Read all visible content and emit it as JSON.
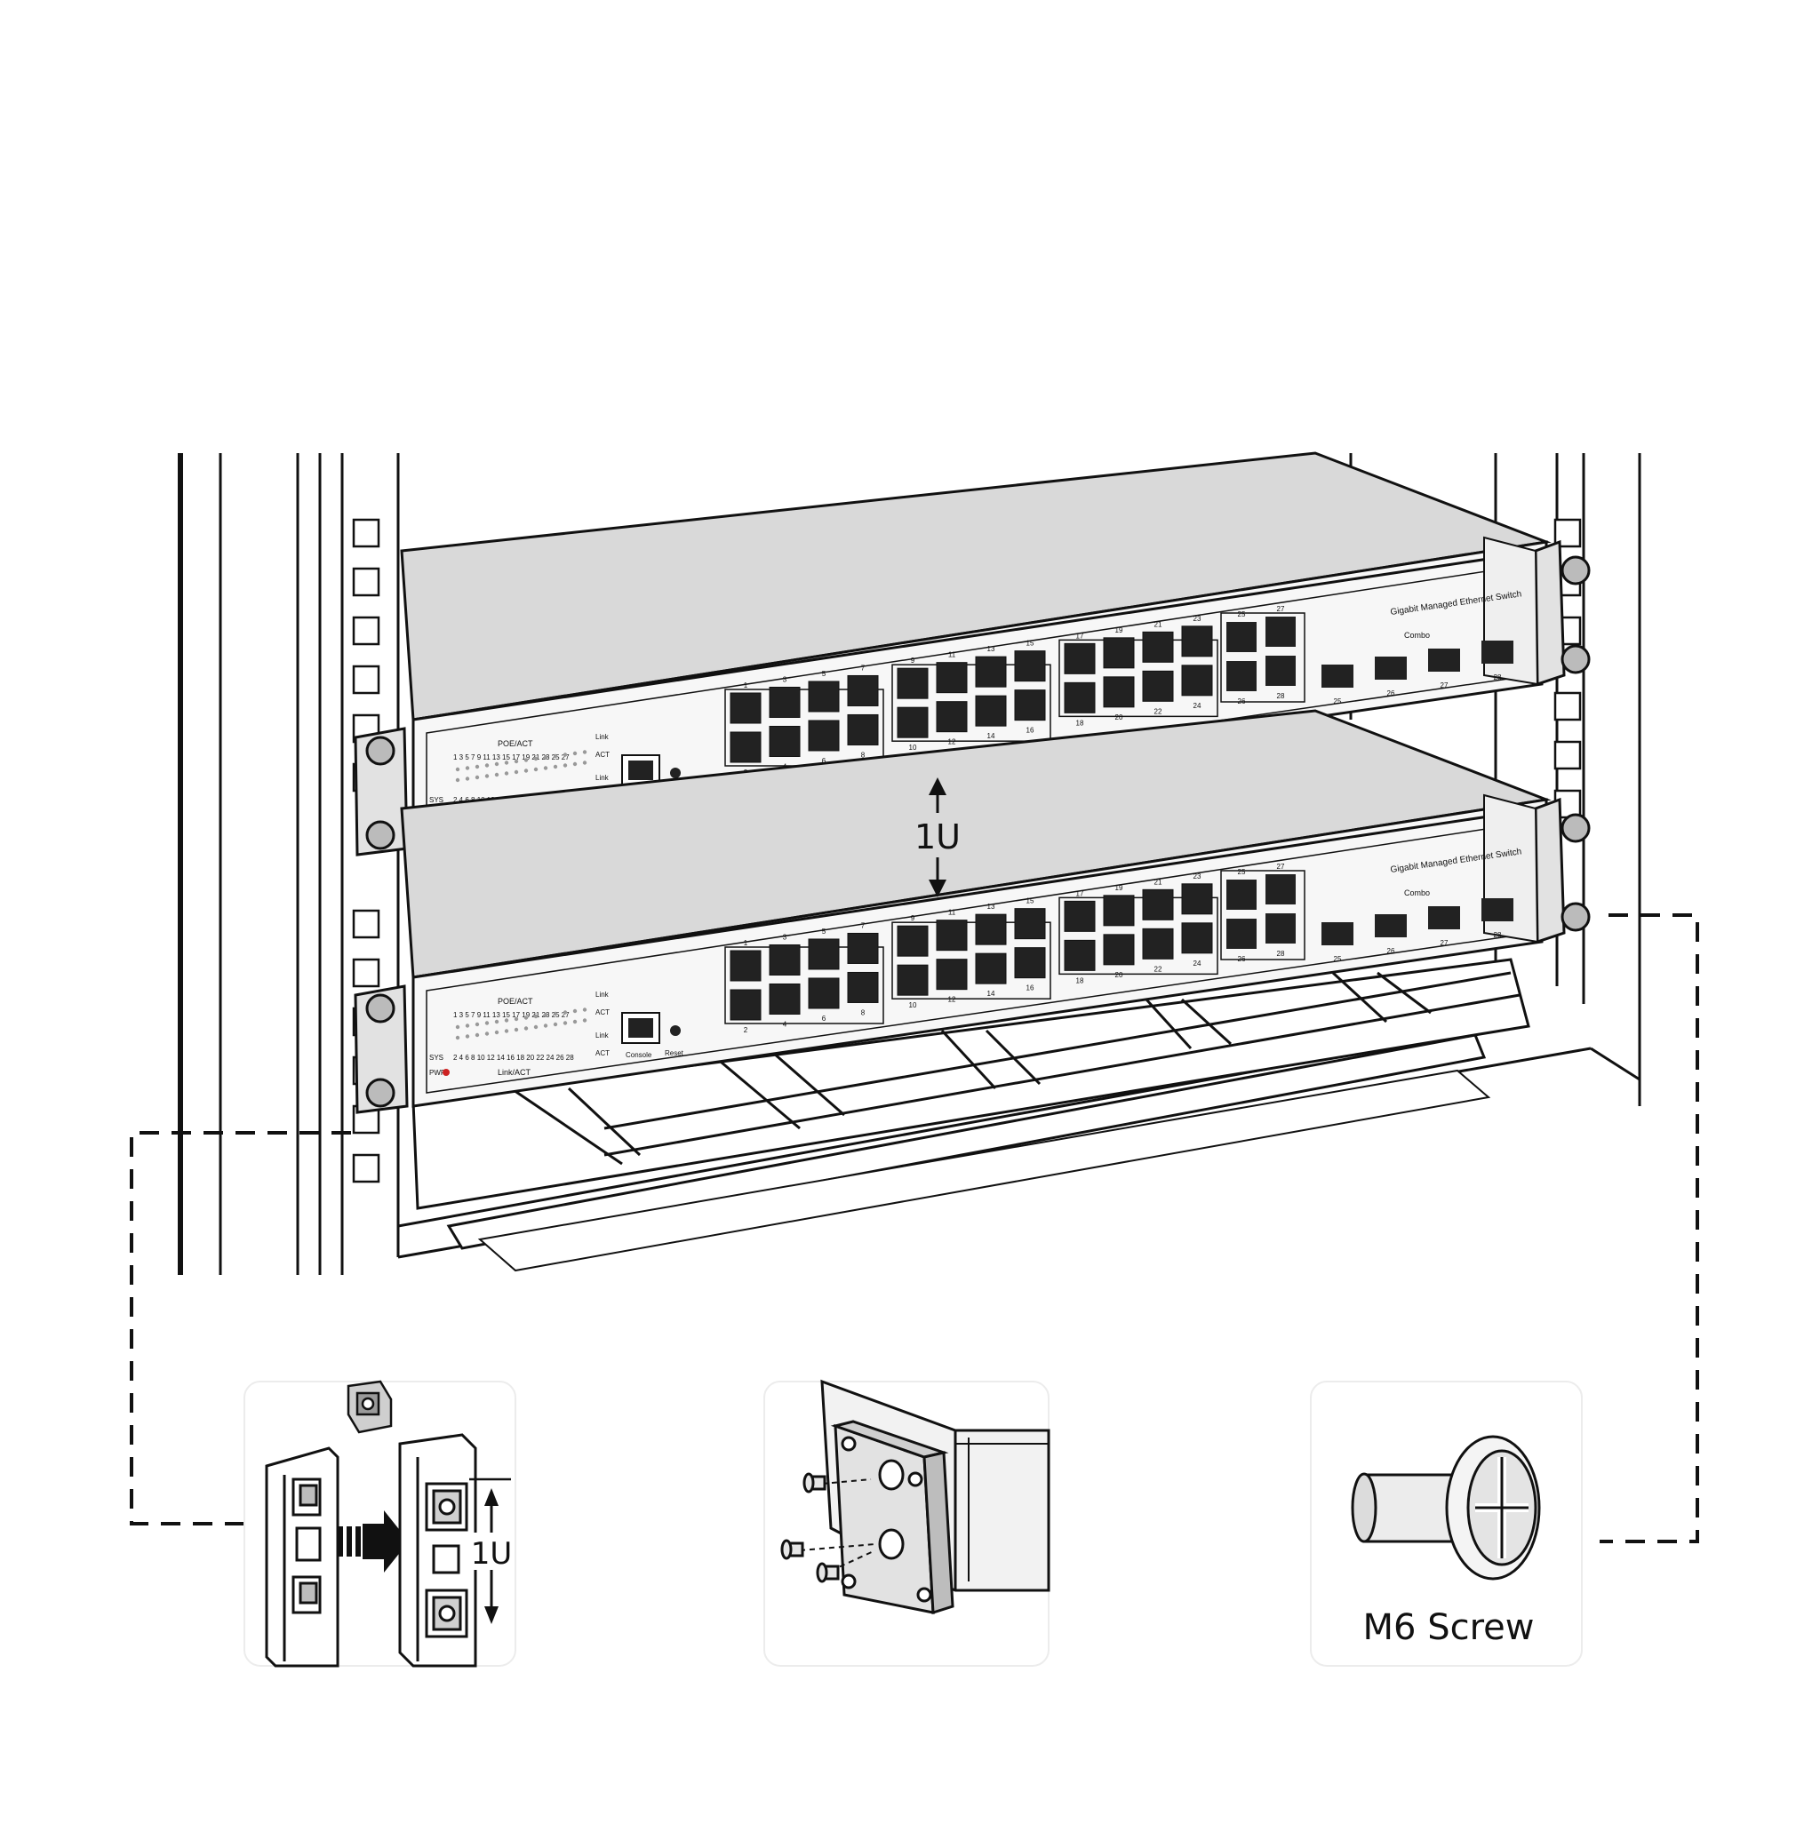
{
  "colors": {
    "line": "#111111",
    "panel_fill": "#f7f7f7",
    "top_fill": "#d9d9d9",
    "port_fill": "#222222",
    "pwr_led": "#cc2222",
    "bracket_fill": "#e2e2e2"
  },
  "switch_front": {
    "title": "Gigabit Managed Ethernet Switch",
    "combo_label": "Combo",
    "poe_act_label": "POE/ACT",
    "link_act_label": "Link/ACT",
    "sys_label": "SYS",
    "pwr_label": "PWR",
    "link_label": "Link",
    "act_label": "ACT",
    "console_label": "Console",
    "reset_label": "Reset",
    "led_odd_numbers": "1 3 5 7 9 11 13 15 17 19 21 23 25 27",
    "led_even_numbers": "2 4 6 8 10 12 14 16 18 20 22 24 26 28",
    "port_top_numbers": [
      "1",
      "3",
      "5",
      "7",
      "9",
      "11",
      "13",
      "15",
      "17",
      "19",
      "21",
      "23"
    ],
    "port_bottom_numbers": [
      "2",
      "4",
      "6",
      "8",
      "10",
      "12",
      "14",
      "16",
      "18",
      "20",
      "22",
      "24"
    ],
    "combo_rj45_top": [
      "25",
      "27"
    ],
    "combo_rj45_bottom": [
      "26",
      "28"
    ],
    "sfp_numbers": [
      "25",
      "26",
      "27",
      "28"
    ]
  },
  "units": {
    "switches_in_rack": 2,
    "spacing_label": "1U"
  },
  "details": {
    "cage_nut_spacing_label": "1U",
    "screw_label": "M6 Screw"
  },
  "icons": [
    "cage-nut-icon",
    "arrow-right-icon",
    "bracket-screw-icon",
    "m6-screw-icon"
  ]
}
